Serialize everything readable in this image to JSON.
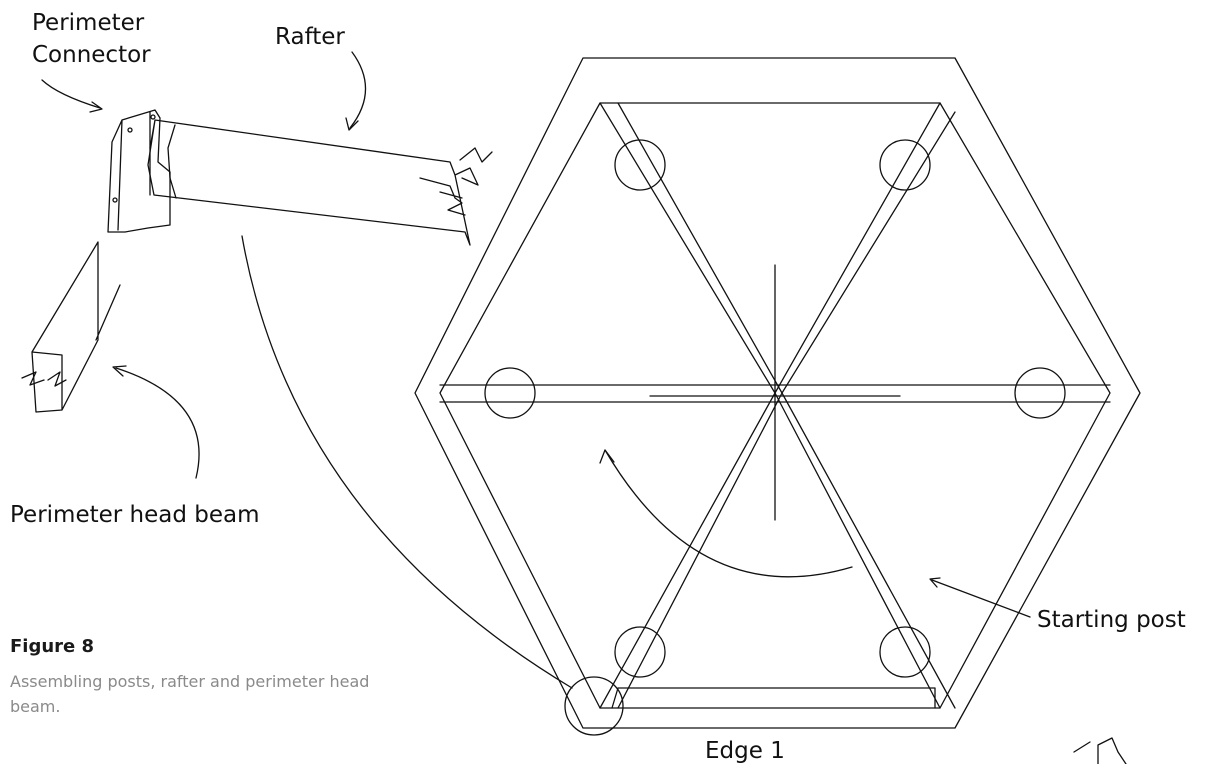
{
  "labels": {
    "perimeter_connector_line1": "Perimeter",
    "perimeter_connector_line2": "Connector",
    "rafter": "Rafter",
    "perimeter_head_beam": "Perimeter head beam",
    "starting_post": "Starting post",
    "edge": "Edge 1"
  },
  "caption": {
    "title": "Figure 8",
    "text": "Assembling posts, rafter and perimeter head beam."
  },
  "colors": {
    "line": "#111111",
    "caption_text": "#8a8a8a"
  }
}
